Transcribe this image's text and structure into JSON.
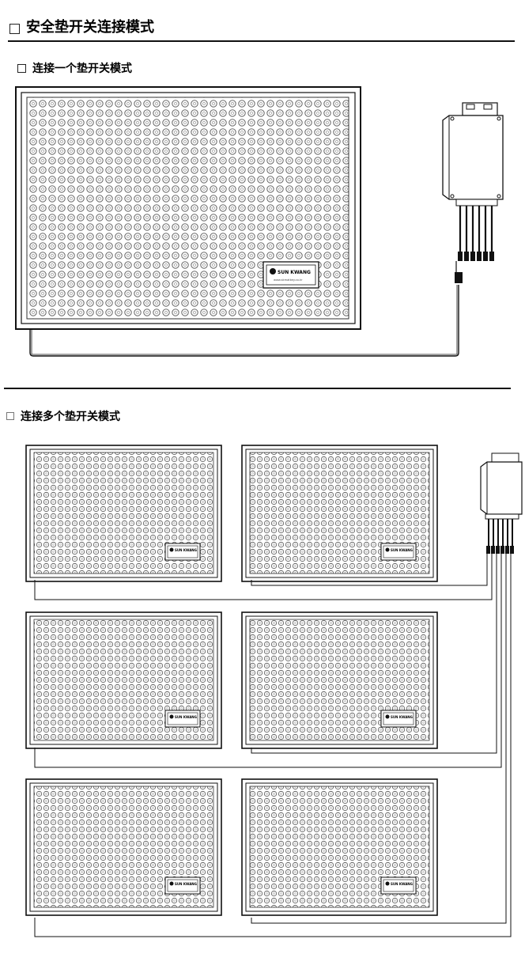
{
  "main_heading": "安全垫开关连接模式",
  "single_section": {
    "title": "连接一个垫开关模式",
    "brand_label": "SUN KWANG",
    "brand_url": "www.skmatkey.co.kr"
  },
  "multi_section": {
    "title": "连接多个垫开关模式",
    "brand_label": "SUN KWANG",
    "mat_count": 6
  },
  "colors": {
    "line": "#111111",
    "dot": "#555555",
    "mat_fill": "#f5f5f5"
  }
}
